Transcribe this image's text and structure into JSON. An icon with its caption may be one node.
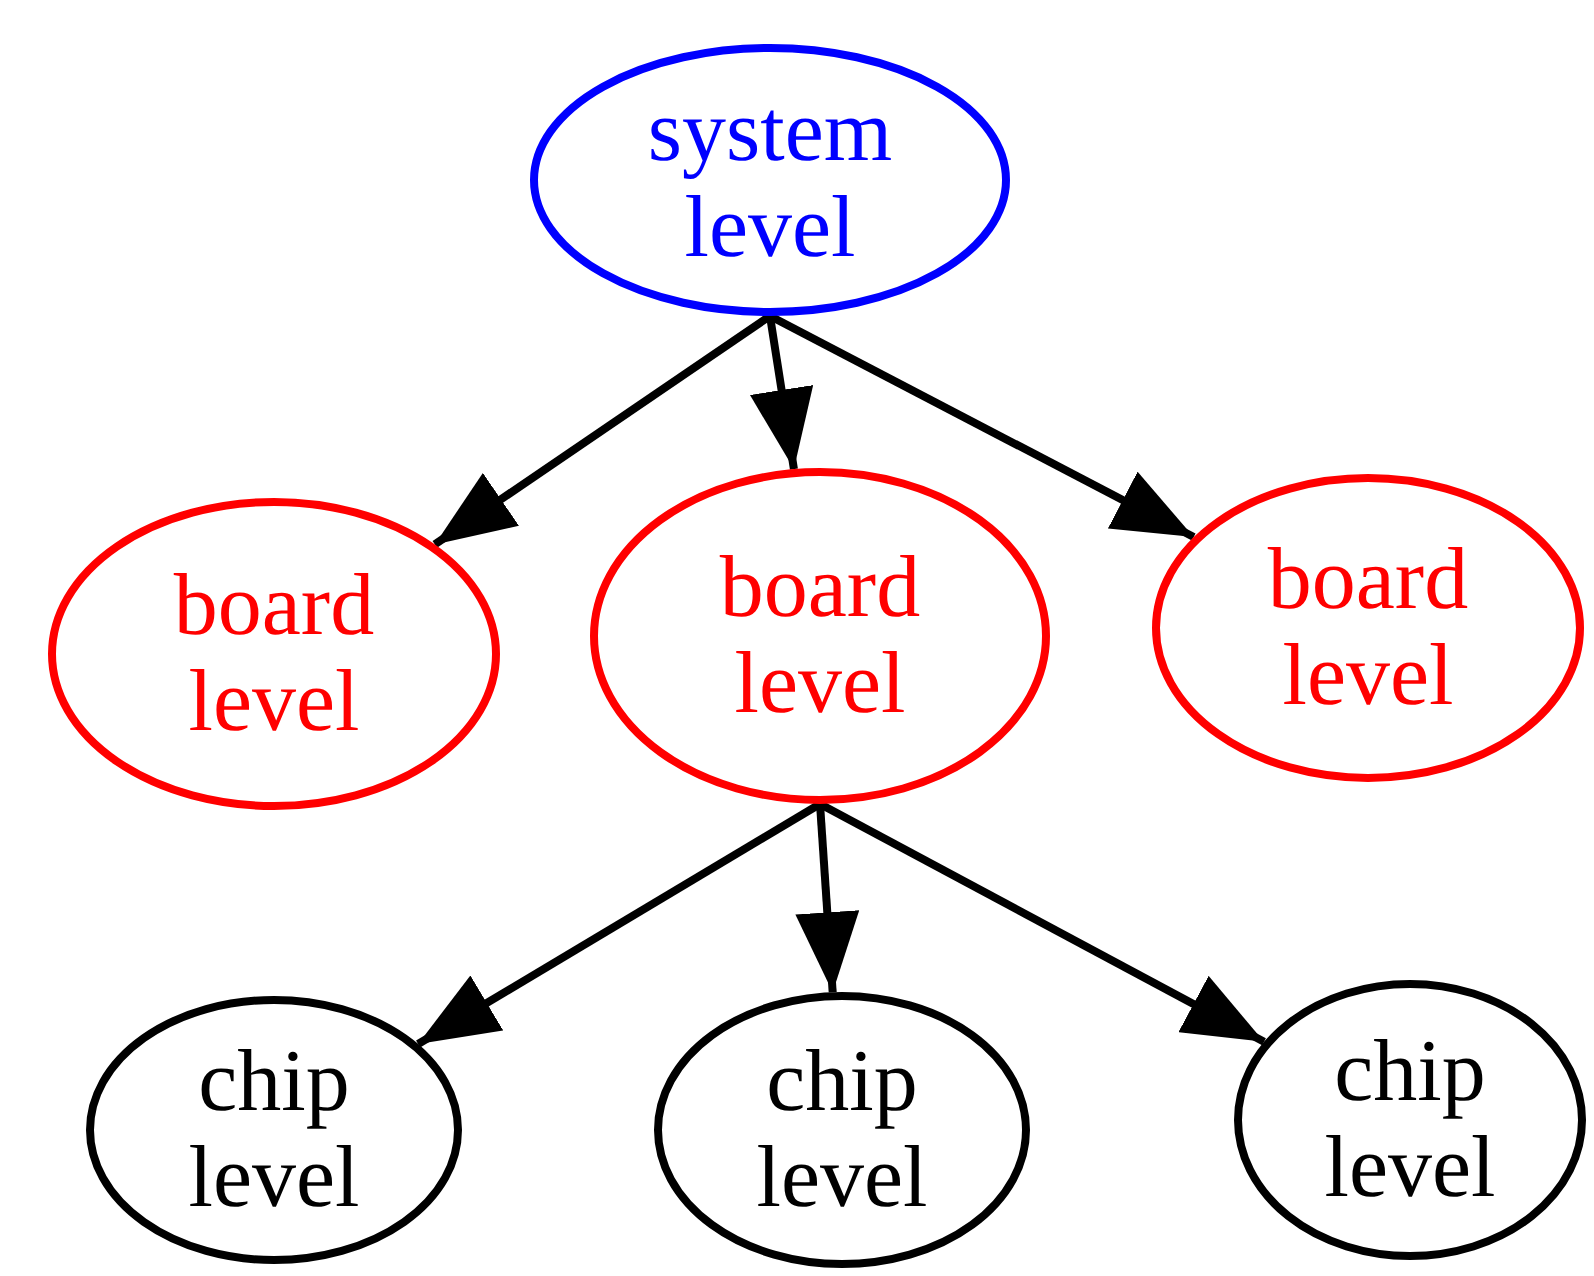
{
  "diagram": {
    "nodes": [
      {
        "text": [
          "system level"
        ]
      },
      {
        "text": [
          "board level"
        ]
      },
      {
        "text": [
          "board level"
        ]
      },
      {
        "text": [
          "board level"
        ]
      },
      {
        "text": [
          "chip level"
        ]
      },
      {
        "text": [
          "chip level"
        ]
      },
      {
        "text": [
          "chip level"
        ]
      }
    ],
    "edges": [
      {
        "from": 0,
        "to": 1,
        "arrow": "to"
      },
      {
        "from": 0,
        "to": 2,
        "arrow": "to"
      },
      {
        "from": 0,
        "to": 3,
        "arrow": "to"
      },
      {
        "from": 2,
        "to": 4,
        "arrow": "to"
      },
      {
        "from": 2,
        "to": 5,
        "arrow": "to"
      },
      {
        "from": 2,
        "to": 6,
        "arrow": "to"
      }
    ]
  }
}
